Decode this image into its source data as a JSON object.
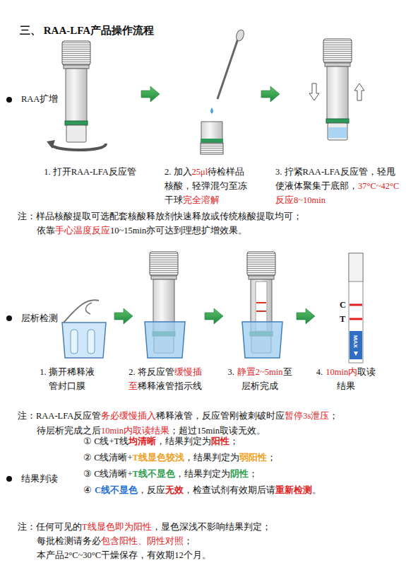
{
  "diagram": {
    "title": "三、 RAA-LFA产品操作流程",
    "labels": [
      "RAA扩增",
      "1. 打开RAA-LFA反应管",
      "2. 加入",
      "25μl",
      "待检样品核酸，轻弹混匀至冻干球",
      "完全溶解",
      "3. 拧紧RAA-LFA反应管，轻甩使液体聚集于底部，",
      "37°C~42°C反应8~10min",
      "注：样品核酸提取可选配套核酸释放剂快速释放或传统核酸提取均可；",
      "依靠",
      "手心温度反应",
      "10~15min亦可达到理想扩增效果。",
      "层析检测",
      "1. 撕开稀释液管封口膜",
      "2. 将反应管",
      "缓慢插至",
      "稀释液管指示线",
      "3.",
      "静置2~5min",
      "至层析完成",
      "4.",
      "10min内",
      "取读结果",
      "C",
      "T",
      "MAX",
      "注：RAA-LFA反应管",
      "务必缓慢插入",
      "稀释液管，反应管刚被刺破时应",
      "暂停3s泄压",
      "；",
      "待层析完成之后",
      "10min内取读结果",
      "；超过15min取读无效。",
      "结果判读",
      "① C线+T线",
      "均清晰",
      "，结果判定为",
      "阳性",
      "；",
      "② C线清晰+",
      "T线显色较浅",
      "，结果判定为",
      "弱阳性",
      "；",
      "③ C线清晰+",
      "T线不显色",
      "，结果判定为",
      "阴性",
      "；",
      "④",
      "C线不显色",
      "，反应",
      "无效",
      "，检查试剂有效期后请",
      "重新检测",
      "。",
      "注：任何可见的",
      "T线显色即为阳性",
      "，显色深浅不影响结果判定；",
      "每批检测请务必",
      "包含阳性、阴性对照",
      "；",
      "本产品2°C~30°C干燥保存，有效期12个月。"
    ]
  }
}
